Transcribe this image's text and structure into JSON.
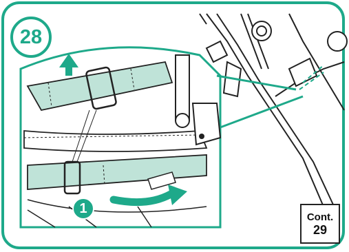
{
  "step": {
    "number": "28"
  },
  "callout": {
    "label": "1"
  },
  "continue": {
    "label": "Cont.",
    "next_step": "29"
  },
  "colors": {
    "accent": "#1ea98a",
    "strap": "#bfe3d8",
    "line": "#222222"
  }
}
